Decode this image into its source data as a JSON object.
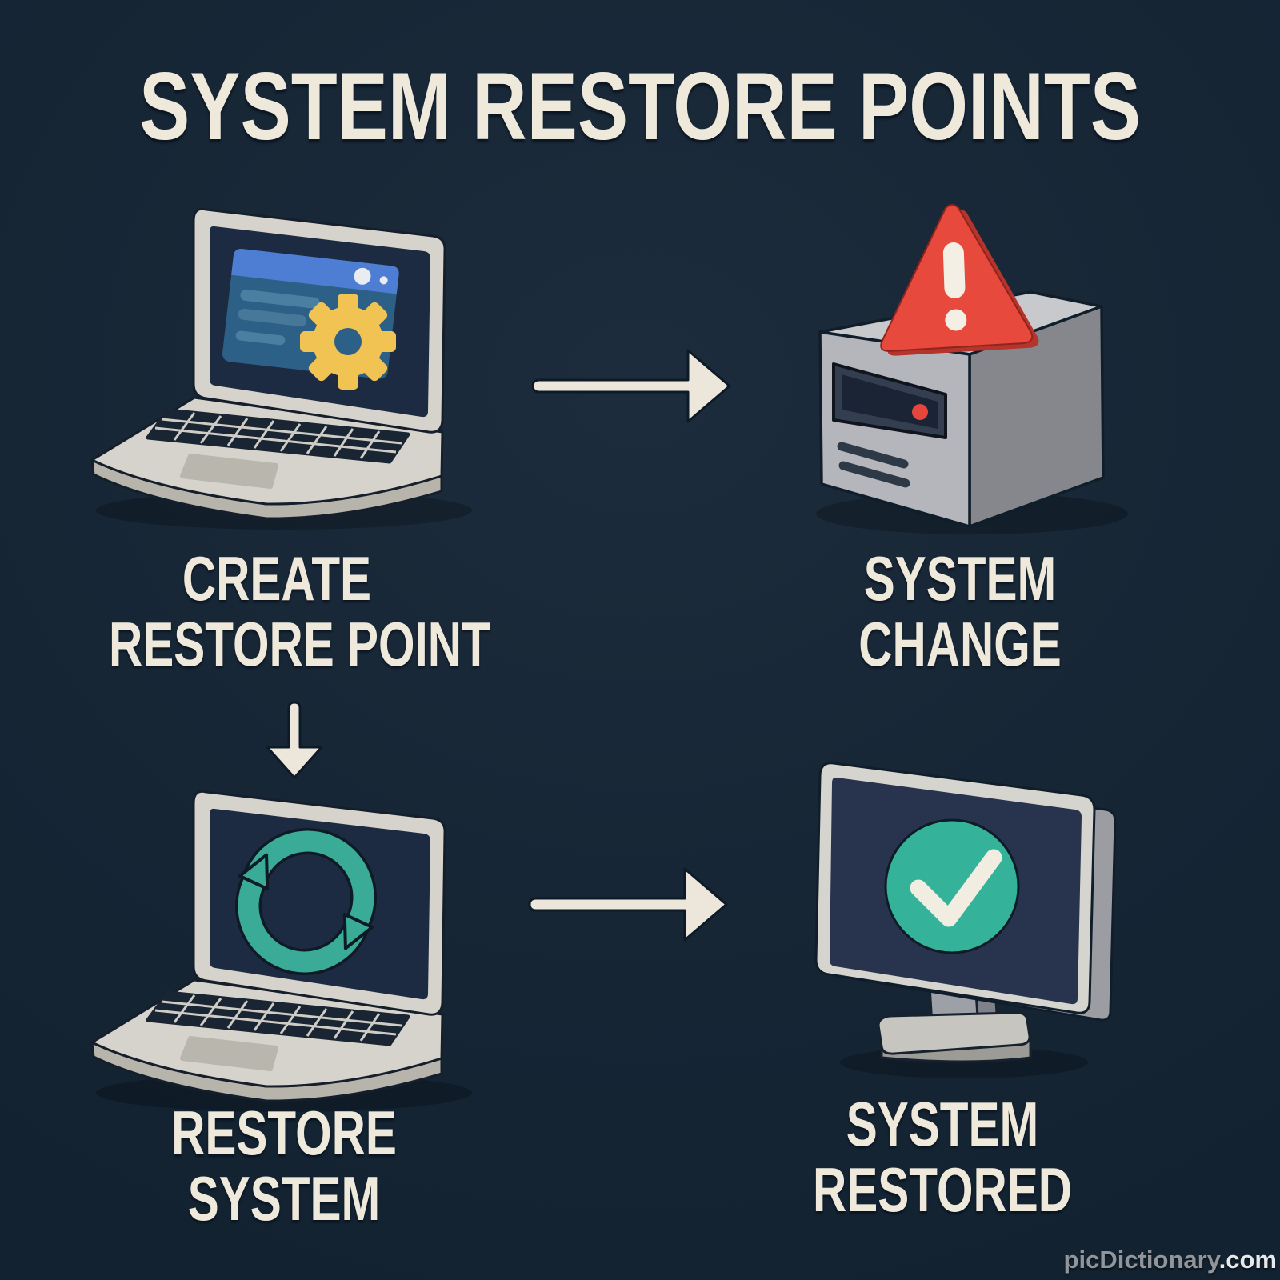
{
  "title": "SYSTEM RESTORE POINTS",
  "steps": [
    {
      "id": "create-restore-point",
      "line1": "CREATE",
      "line2": "RESTORE POINT",
      "icon": "laptop-settings-gear-icon"
    },
    {
      "id": "system-change",
      "line1": "SYSTEM",
      "line2": "CHANGE",
      "icon": "server-warning-icon"
    },
    {
      "id": "restore-system",
      "line1": "RESTORE",
      "line2": "SYSTEM",
      "icon": "laptop-sync-icon"
    },
    {
      "id": "system-restored",
      "line1": "SYSTEM",
      "line2": "RESTORED",
      "icon": "monitor-check-icon"
    }
  ],
  "flow": {
    "arrows": [
      {
        "from": "create-restore-point",
        "to": "system-change",
        "direction": "right"
      },
      {
        "from": "create-restore-point",
        "to": "restore-system",
        "direction": "down"
      },
      {
        "from": "restore-system",
        "to": "system-restored",
        "direction": "right"
      }
    ]
  },
  "watermark": {
    "site": "picDictionary",
    "tld": ".com"
  },
  "colors": {
    "background": "#142330",
    "text_cream": "#efe9dc",
    "arrow_cream": "#ece7da",
    "warning_red": "#e7493d",
    "gear_amber": "#f1c353",
    "sync_teal": "#39ab97",
    "check_teal": "#34b29a",
    "window_blue": "#4d7ed3",
    "window_body": "#2d6086",
    "device_gray": "#d6d3cc"
  }
}
